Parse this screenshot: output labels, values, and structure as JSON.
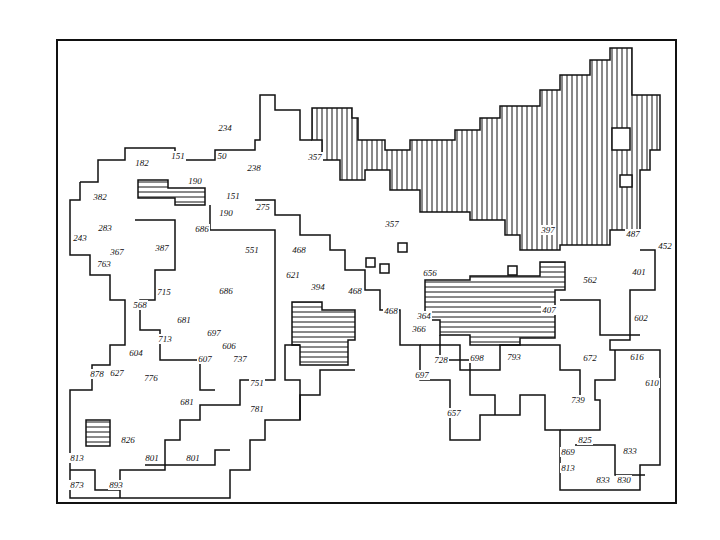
{
  "diagram": {
    "labels": [
      "234",
      "50",
      "357",
      "182",
      "151",
      "238",
      "382",
      "190",
      "151",
      "275",
      "397",
      "357",
      "487",
      "452",
      "243",
      "283",
      "367",
      "763",
      "387",
      "686",
      "190",
      "551",
      "468",
      "621",
      "394",
      "468",
      "468",
      "656",
      "562",
      "401",
      "715",
      "686",
      "568",
      "681",
      "713",
      "697",
      "606",
      "604",
      "607",
      "737",
      "364",
      "366",
      "407",
      "602",
      "728",
      "698",
      "793",
      "672",
      "616",
      "610",
      "878",
      "627",
      "776",
      "751",
      "781",
      "681",
      "697",
      "739",
      "657",
      "826",
      "801",
      "801",
      "825",
      "869",
      "813",
      "833",
      "813",
      "893",
      "873",
      "833",
      "830"
    ]
  }
}
